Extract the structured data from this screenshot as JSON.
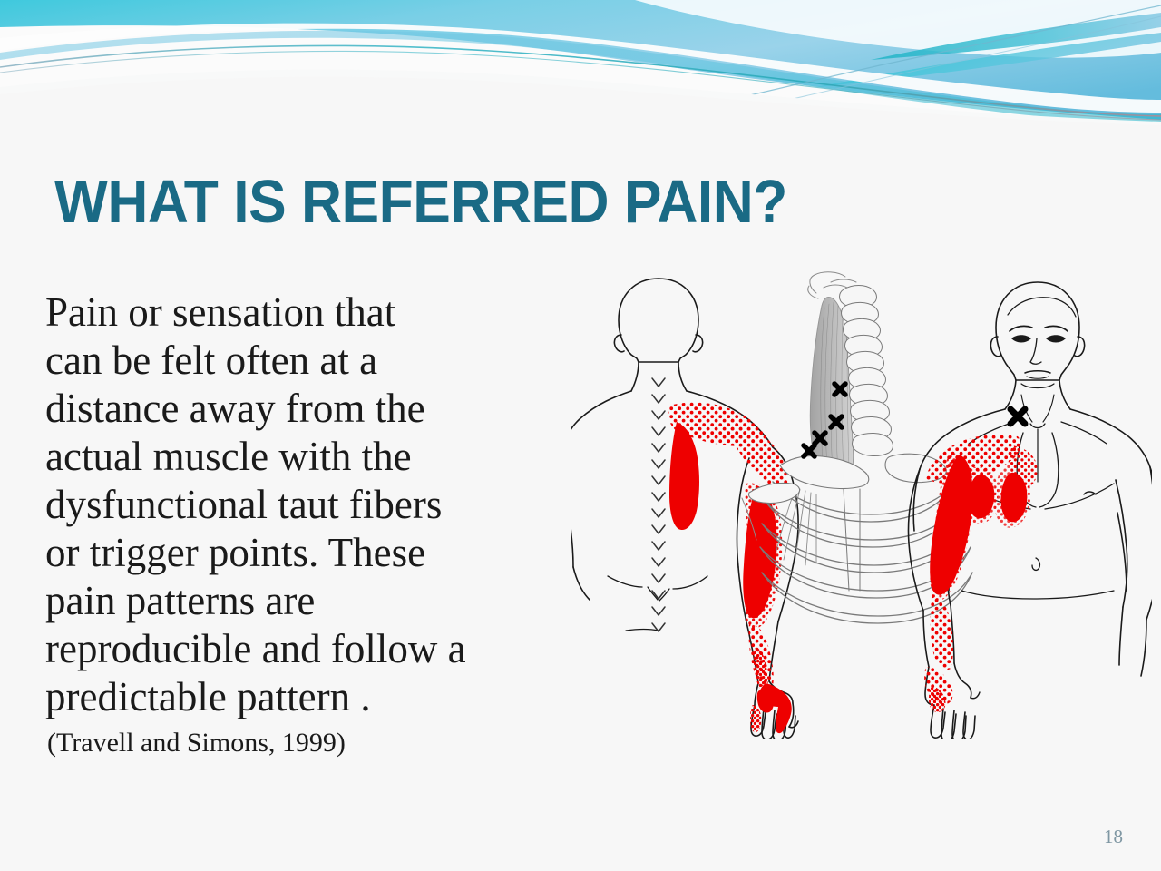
{
  "slide": {
    "title": "WHAT IS REFERRED PAIN?",
    "title_color": "#1a6a85",
    "background_color": "#f7f7f7",
    "number": "18",
    "number_color": "#7f97a3"
  },
  "body": {
    "paragraph": "Pain or sensation that can be felt often at a distance away from the actual muscle with the dysfunctional taut fibers or trigger points. These pain patterns are reproducible and follow a predictable pattern .",
    "lines": [
      "Pain or sensation that",
      "can be felt often at a",
      "distance away from the",
      "actual muscle with the",
      "dysfunctional taut fibers",
      "or trigger points. These",
      "pain patterns are",
      "reproducible and follow a",
      "predictable pattern ."
    ],
    "citation": "(Travell and Simons, 1999)",
    "text_color": "#1a1a1a"
  },
  "header": {
    "wave_colors": {
      "cyan_deep": "#26c6d8",
      "cyan_mid": "#5ec9de",
      "blue_light": "#8fcfe8",
      "blue_mid": "#6bb9dd",
      "teal_dark": "#1fa8b8",
      "white": "#ffffff"
    }
  },
  "figure": {
    "caption_semantic": "scalene-muscle-referred-pain-patterns",
    "pain_color": "#ee0000",
    "outline_color": "#1a1a1a",
    "bone_color": "#888888",
    "panels": [
      {
        "name": "posterior-view",
        "label": "Posterior (back) view of human figure",
        "pain_regions": [
          "medial scapular border (solid)",
          "upper trapezius / supraspinous area (stippled)",
          "posterior deltoid and arm band (solid)",
          "forearm dorsal (stippled)",
          "hand thumb and index (solid)"
        ]
      },
      {
        "name": "cervical-spine-ribcage",
        "label": "Cervical spine, scalene muscle and rib cage",
        "trigger_point_markers": 4
      },
      {
        "name": "anterior-view",
        "label": "Anterior (front) view of human figure",
        "trigger_point_markers": 1,
        "pain_regions": [
          "anterior chest / pectoral (stippled and solid)",
          "anterior deltoid and arm (solid)",
          "forearm volar (stippled)",
          "hand dorsum and thumb (stippled)"
        ]
      }
    ]
  }
}
